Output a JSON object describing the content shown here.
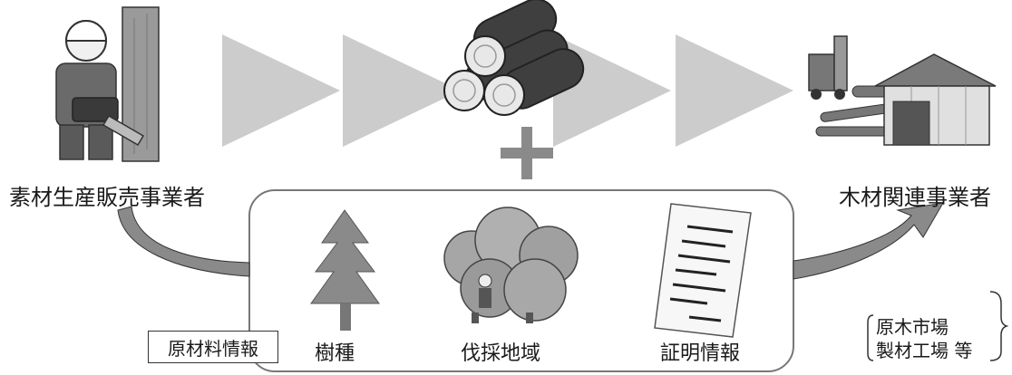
{
  "actors": {
    "producer": "素材生産販売事業者",
    "receiver": "木材関連事業者"
  },
  "info_box": {
    "title": "原材料情報",
    "items": [
      "樹種",
      "伐採地域",
      "証明情報"
    ]
  },
  "destinations": [
    "原木市場",
    "製材工場 等"
  ],
  "colors": {
    "arrow": "#cfcfcf",
    "curve_arrow": "#8a8a8a",
    "box_border": "#777777"
  }
}
